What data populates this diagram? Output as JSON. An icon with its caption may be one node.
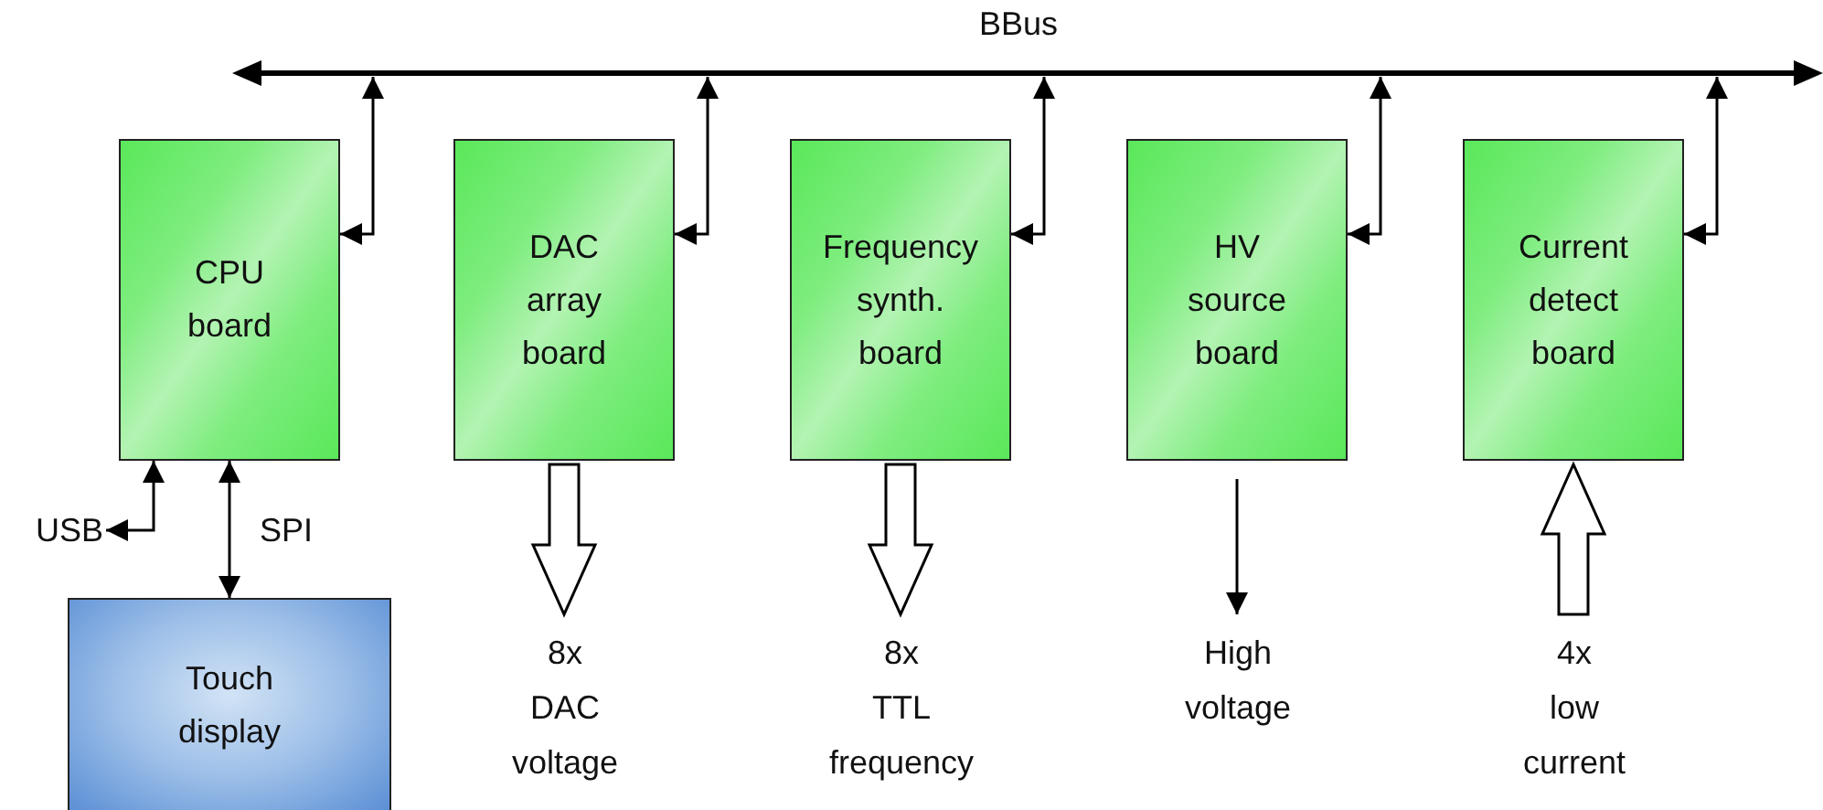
{
  "diagram": {
    "nodes": [
      {
        "text": [
          "BBus"
        ]
      },
      {
        "text": [
          "CPU board"
        ]
      },
      {
        "text": [
          "DAC array board"
        ]
      },
      {
        "text": [
          "Frequency synth. board"
        ]
      },
      {
        "text": [
          "HV source board"
        ]
      },
      {
        "text": [
          "Current detect board"
        ]
      },
      {
        "text": [
          "Touch display"
        ]
      },
      {
        "text": [
          "USB"
        ]
      },
      {
        "text": [
          "8x DAC voltage"
        ]
      },
      {
        "text": [
          "8x TTL frequency"
        ]
      },
      {
        "text": [
          "High voltage"
        ]
      },
      {
        "text": [
          "4x low current"
        ]
      }
    ],
    "edges": [
      {
        "from": 1,
        "to": 0,
        "arrow": "both"
      },
      {
        "from": 2,
        "to": 0,
        "arrow": "both"
      },
      {
        "from": 3,
        "to": 0,
        "arrow": "both"
      },
      {
        "from": 4,
        "to": 0,
        "arrow": "both"
      },
      {
        "from": 5,
        "to": 0,
        "arrow": "both"
      },
      {
        "from": 1,
        "to": 7,
        "arrow": "both"
      },
      {
        "from": 1,
        "to": 6,
        "arrow": "both",
        "label": "SPI"
      },
      {
        "from": 2,
        "to": 8,
        "arrow": "to",
        "style": "thick"
      },
      {
        "from": 3,
        "to": 9,
        "arrow": "to",
        "style": "thick"
      },
      {
        "from": 4,
        "to": 10,
        "arrow": "to"
      },
      {
        "from": 11,
        "to": 5,
        "arrow": "to",
        "style": "thick"
      }
    ]
  }
}
